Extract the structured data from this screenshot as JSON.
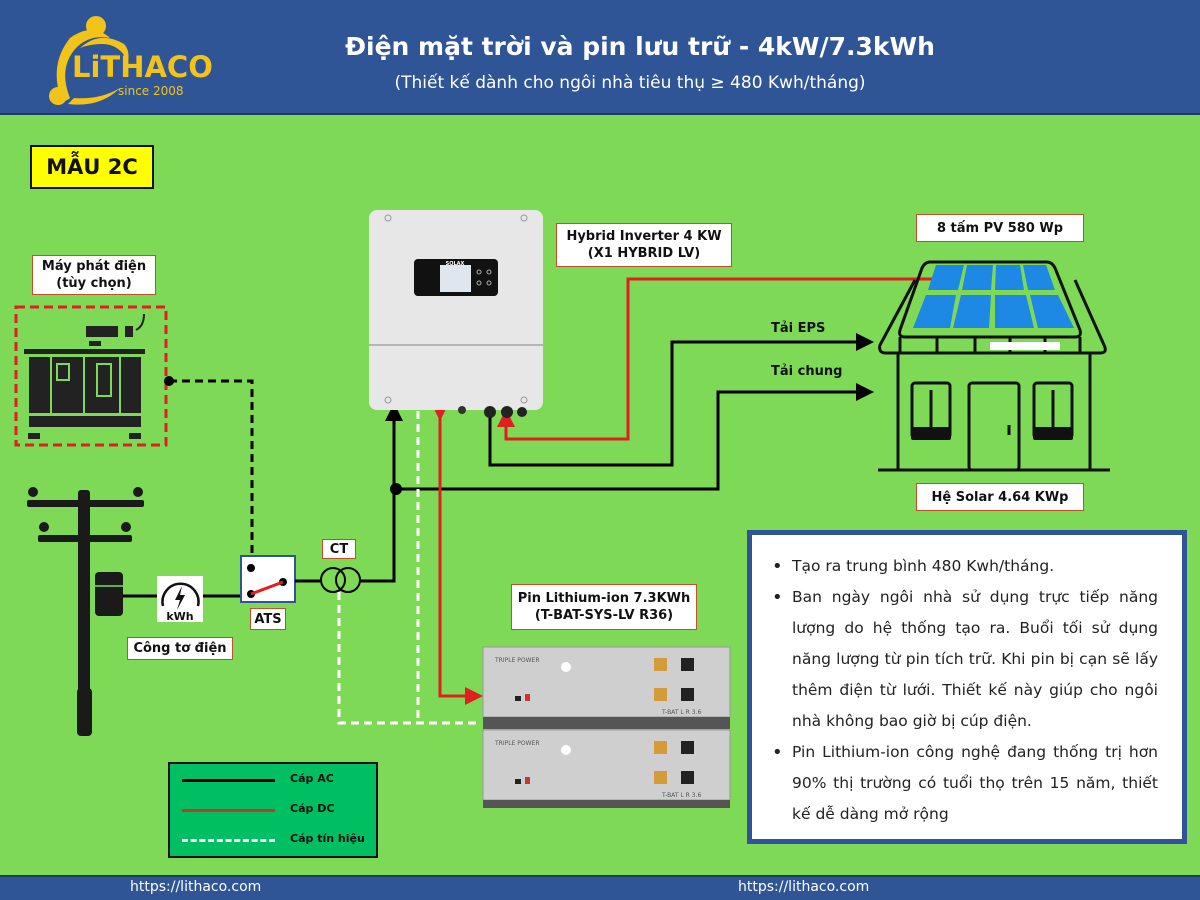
{
  "header": {
    "logo_text": "LiTHACO",
    "logo_since": "since 2008",
    "title": "Điện mặt trời và pin lưu trữ - 4kW/7.3kWh",
    "subtitle": "(Thiết kế dành cho ngôi nhà tiêu thụ ≥ 480 Kwh/tháng)"
  },
  "model_badge": "MẪU 2C",
  "components": {
    "generator": {
      "line1": "Máy phát điện",
      "line2": "(tùy chọn)"
    },
    "inverter": {
      "line1": "Hybrid Inverter 4 KW",
      "line2": "(X1 HYBRID LV)",
      "brand": "SOLAX"
    },
    "pv": "8 tấm PV 580 Wp",
    "solar_system": "Hệ Solar 4.64 KWp",
    "load_eps": "Tải EPS",
    "load_general": "Tải chung",
    "ct": "CT",
    "ats": "ATS",
    "meter": {
      "label": "Công tơ điện",
      "unit": "kWh"
    },
    "battery": {
      "line1": "Pin Lithium-ion 7.3KWh",
      "line2": "(T-BAT-SYS-LV R36)",
      "brand": "TRIPLE POWER",
      "module_label": "T-BAT L R 3.6"
    }
  },
  "legend": [
    {
      "label": "Cáp AC",
      "color": "#000000",
      "style": "solid"
    },
    {
      "label": "Cáp DC",
      "color": "#d32f2f",
      "style": "solid"
    },
    {
      "label": "Cáp tín hiệu",
      "color": "#ffffff",
      "style": "dashed"
    }
  ],
  "info": {
    "bullets": [
      "Tạo ra trung bình 480 Kwh/tháng.",
      "Ban ngày ngôi nhà sử dụng trực tiếp năng lượng do hệ thống tạo ra. Buổi tối sử dụng năng lượng từ pin tích trữ. Khi pin bị cạn sẽ lấy thêm điện từ lưới. Thiết kế này giúp cho ngôi nhà không bao giờ bị cúp điện.",
      "Pin Lithium-ion công nghệ đang thống trị hơn 90% thị trường có tuổi thọ trên 15 năm, thiết kế dễ dàng mở rộng"
    ]
  },
  "footer": {
    "link_left": "https://lithaco.com",
    "link_right": "https://lithaco.com"
  },
  "colors": {
    "header_bg": "#2f5597",
    "canvas_bg": "#7ed957",
    "accent_yellow": "#f2c318",
    "dc_red": "#e02020",
    "legend_bg": "#00bf63",
    "panel_blue": "#1e88e5"
  }
}
